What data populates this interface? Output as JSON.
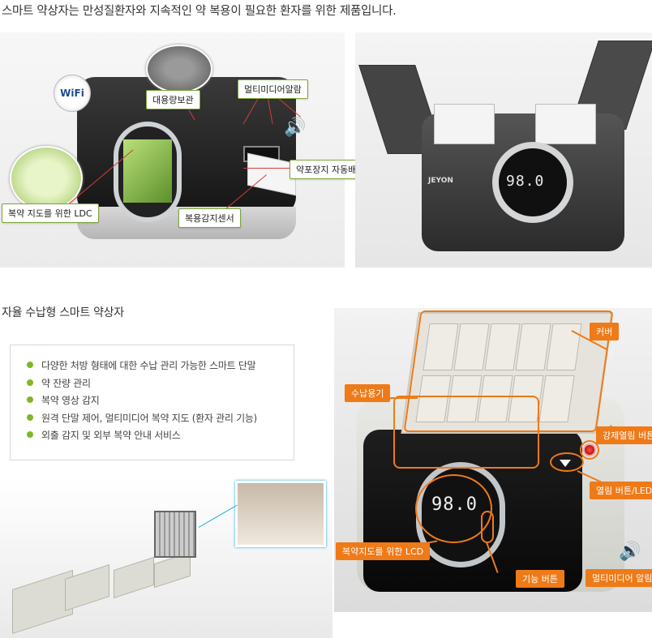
{
  "headings": {
    "top": "스마트 약상자는 만성질환자와 지속적인 약 복용이 필요한 환자를 위한 제품입니다.",
    "middle": "자율 수납형 스마트 약상자"
  },
  "panel1": {
    "wifi_label": "WiFi",
    "labels": {
      "storage": "대용량보관",
      "alarm": "멀티미디어알람",
      "ejector": "약포장지 자동배출",
      "ldc": "복약 지도를 위한 LDC",
      "sensor": "복용감지센서"
    }
  },
  "panel2": {
    "brand": "JEYON",
    "lcd_value": "98.0"
  },
  "features": {
    "items": [
      "다양한 처방 형태에 대한 수납 관리 가능한 스마트 단말",
      "약 잔량 관리",
      "복약 영상 감지",
      "원격 단말 제어, 멀티미디어 복약 지도 (환자 관리 기능)",
      "외출 감지 및 외부 복약 안내 서비스"
    ]
  },
  "panel4": {
    "lcd_value": "98.0",
    "labels": {
      "cover": "커버",
      "container": "수납용기",
      "emergency": "강제열림 버튼",
      "open_led": "열림 버튼/LED",
      "lcd": "복약지도를 위한 LCD",
      "function": "기능 버튼",
      "alarm": "멀티미디어 알림"
    }
  },
  "colors": {
    "accent_orange": "#ef7a18",
    "accent_green": "#7fb62a",
    "callout_red": "#d83a3a"
  }
}
